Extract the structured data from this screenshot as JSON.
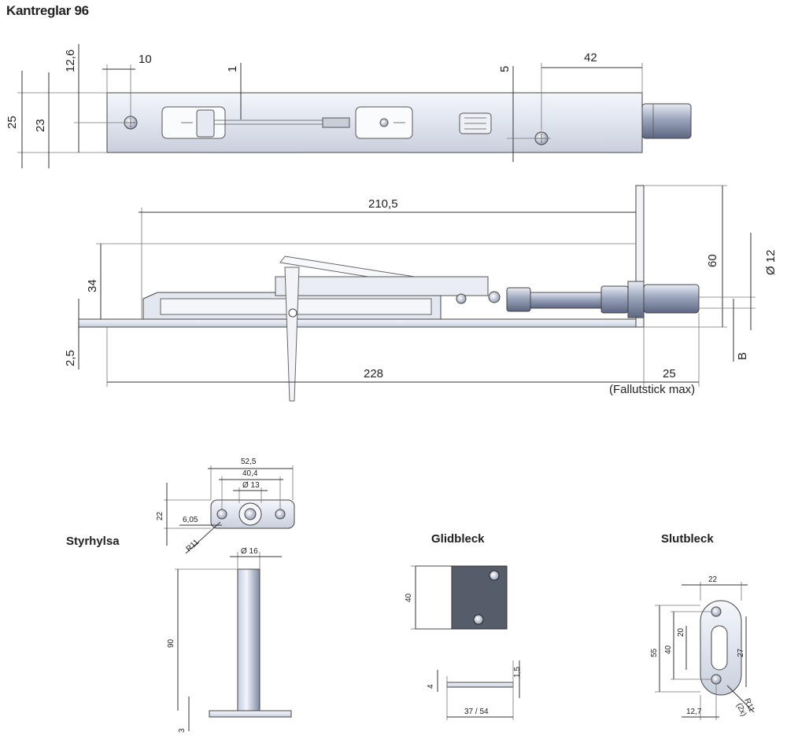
{
  "title": "Kantreglar 96",
  "top_view": {
    "dims": {
      "d12_6": "12,6",
      "d10": "10",
      "d1": "1",
      "d5": "5",
      "d42": "42",
      "d25": "25",
      "d23": "23"
    }
  },
  "side_view": {
    "dims": {
      "d210_5": "210,5",
      "d34": "34",
      "d2_5": "2,5",
      "d60": "60",
      "d_dia12": "Ø 12",
      "d228": "228",
      "d25": "25",
      "dB": "B",
      "fallutstick": "(Fallutstick max)"
    }
  },
  "styrhylsa": {
    "label": "Styrhylsa",
    "dims": {
      "d52_5": "52,5",
      "d40_4": "40,4",
      "d_dia13": "Ø 13",
      "d22": "22",
      "d6_05": "6,05",
      "dR11": "R11",
      "d_dia16": "Ø 16",
      "d90": "90",
      "d3": "3"
    }
  },
  "glidbleck": {
    "label": "Glidbleck",
    "dims": {
      "d40": "40",
      "d1_5": "1,5",
      "d4": "4",
      "d37_54": "37 / 54"
    }
  },
  "slutbleck": {
    "label": "Slutbleck",
    "dims": {
      "d22": "22",
      "d55": "55",
      "d40": "40",
      "d20": "20",
      "d27": "27",
      "dR11": "R11",
      "d2x": "(2x)",
      "d12_7": "12,7"
    }
  }
}
